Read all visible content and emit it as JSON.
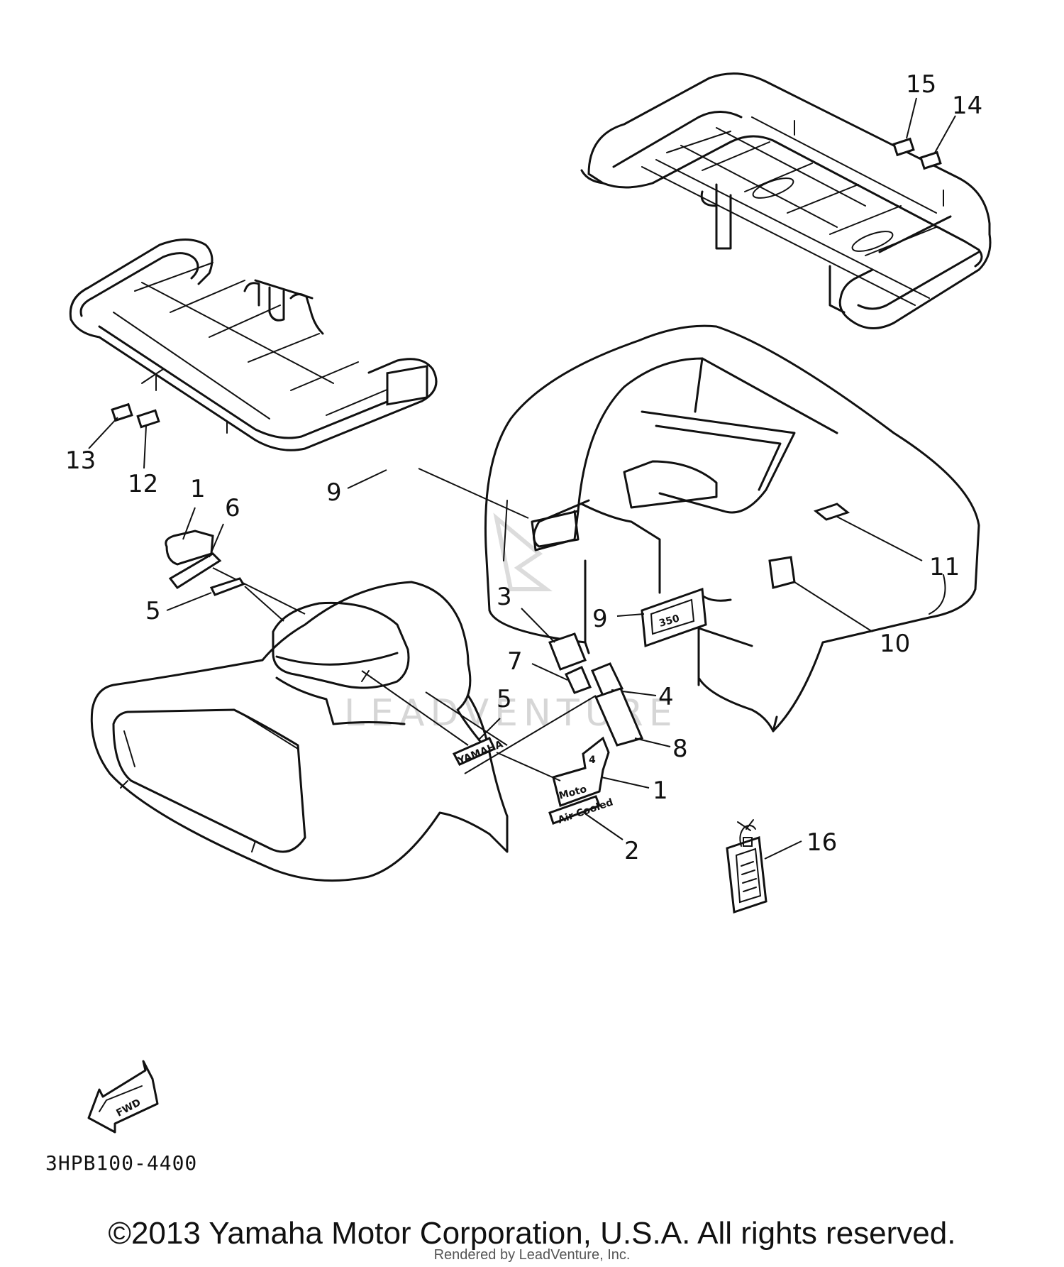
{
  "diagram": {
    "callouts": {
      "c1_left": "1",
      "c1_right": "1",
      "c2": "2",
      "c3": "3",
      "c4": "4",
      "c5_left": "5",
      "c5_mid": "5",
      "c6": "6",
      "c7": "7",
      "c8": "8",
      "c9_left": "9",
      "c9_right": "9",
      "c10": "10",
      "c11": "11",
      "c12": "12",
      "c13": "13",
      "c14": "14",
      "c15": "15",
      "c16": "16"
    },
    "decal_text": {
      "yamaha": "YAMAHA",
      "moto": "Moto",
      "four": "4",
      "air_cooled": "Air Cooled",
      "engine_size": "350",
      "fwd": "FWD"
    },
    "watermark": "LEADVENTURE",
    "diagram_code": "3HPB100-4400"
  },
  "footer": {
    "copyright": "©2013 Yamaha Motor Corporation, U.S.A. All rights reserved.",
    "rendered_by": "Rendered by LeadVenture, Inc."
  },
  "colors": {
    "ink": "#111111",
    "background": "#ffffff",
    "watermark": "#d6d6d6"
  }
}
